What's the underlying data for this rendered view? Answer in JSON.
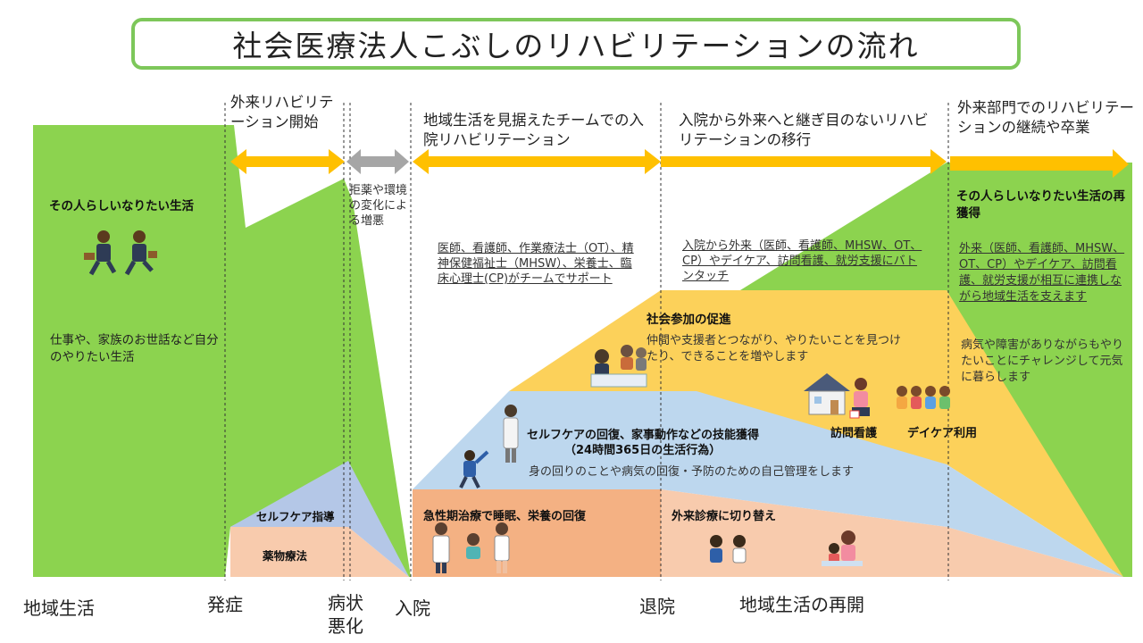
{
  "title": "社会医療法人こぶしのリハビリテーションの流れ",
  "colors": {
    "green": "#8cd34f",
    "dark_green": "#6ec03a",
    "yellow": "#fcd15a",
    "blue": "#bdd7ee",
    "peach": "#f8cbad",
    "orange": "#f4b183",
    "arrow": "#ffc000",
    "gray_arrow": "#a6a6a6",
    "title_border": "#7dc75a"
  },
  "phases": {
    "outpatient_start": "外来リハビリテーション開始",
    "inpatient": "地域生活を見据えたチームでの入院リハビリテーション",
    "transition": "入院から外来へと継ぎ目のないリハビリテーションの移行",
    "outpatient_continue": "外来部門でのリハビリテーションの継続や卒業"
  },
  "refusal_note": "拒薬や環境の変化による増悪",
  "left": {
    "heading": "その人らしいなりたい生活",
    "body": "仕事や、家族のお世話など自分のやりたい生活",
    "icon": "running-businessmen-icon"
  },
  "right": {
    "heading": "その人らしいなりたい生活の再獲得",
    "support": "外来（医師、看護師、MHSW、OT、CP）やデイケア、訪問看護、就労支援が相互に連携しながら地域生活を支えます",
    "body": "病気や障害がありながらもやりたいことにチャレンジして元気に暮らします"
  },
  "team_support": "医師、看護師、作業療法士（OT）、精神保健福祉士（MHSW）、栄養士、臨床心理士(CP)がチームでサポート",
  "baton": "入院から外来（医師、看護師、MHSW、OT、CP）やデイケア、訪問看護、就労支援にバトンタッチ",
  "social": {
    "heading": "社会参加の促進",
    "body": "仲間や支援者とつながり、やりたいことを見つけたり、できることを増やします"
  },
  "visit_nursing": "訪問看護",
  "daycare": "デイケア利用",
  "selfcare_skill": {
    "heading1": "セルフケアの回復、家事動作などの技能獲得",
    "heading2": "（24時間365日の生活行為）",
    "body": "身の回りのことや病気の回復・予防のための自己管理をします"
  },
  "selfcare_guidance": "セルフケア指導",
  "medication": "薬物療法",
  "acute": "急性期治療で睡眠、栄養の回復",
  "outpatient_switch": "外来診療に切り替え",
  "axis": {
    "community_life": "地域生活",
    "onset": "発症",
    "worsening": "病状悪化",
    "admission": "入院",
    "discharge": "退院",
    "resume": "地域生活の再開"
  }
}
